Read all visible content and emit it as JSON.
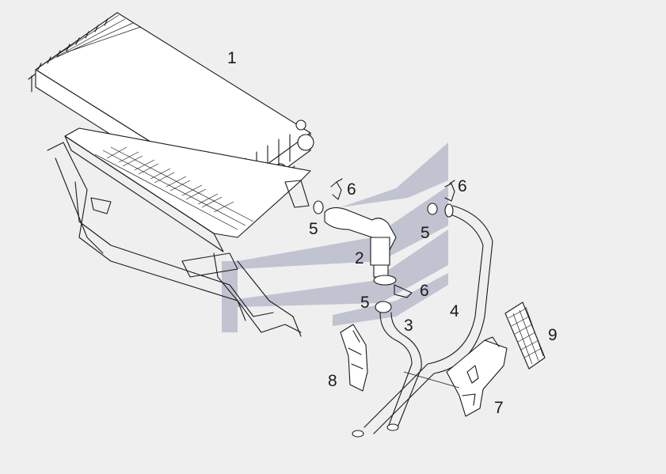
{
  "callouts": [
    {
      "id": "c1",
      "text": "1"
    },
    {
      "id": "c2",
      "text": "2"
    },
    {
      "id": "c3",
      "text": "3"
    },
    {
      "id": "c4",
      "text": "4"
    },
    {
      "id": "c5a",
      "text": "5"
    },
    {
      "id": "c5b",
      "text": "5"
    },
    {
      "id": "c5c",
      "text": "5"
    },
    {
      "id": "c6a",
      "text": "6"
    },
    {
      "id": "c6b",
      "text": "6"
    },
    {
      "id": "c6c",
      "text": "6"
    },
    {
      "id": "c7",
      "text": "7"
    },
    {
      "id": "c8",
      "text": "8"
    },
    {
      "id": "c9",
      "text": "9"
    }
  ],
  "colors": {
    "background": "#efefef",
    "line": "#1a1a1a",
    "watermark": "#b9bccb"
  }
}
